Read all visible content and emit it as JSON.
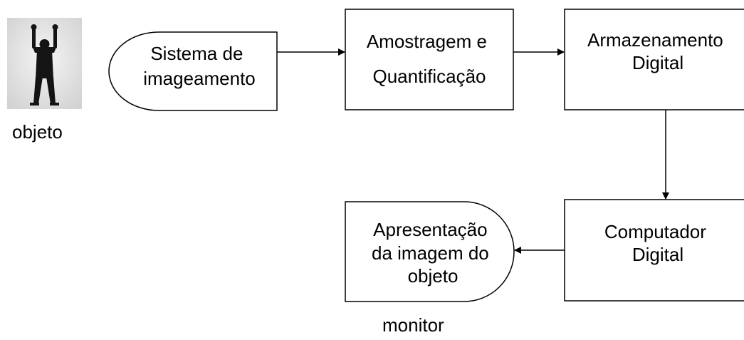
{
  "nodes": {
    "sistema": [
      "Sistema de",
      "imageamento"
    ],
    "amostragem": [
      "Amostragem e",
      "Quantificação"
    ],
    "armazenamento": [
      "Armazenamento",
      "Digital"
    ],
    "computador": [
      "Computador",
      "Digital"
    ],
    "apresentacao": [
      "Apresentação",
      "da imagem do",
      "objeto"
    ]
  },
  "labels": {
    "objeto": "objeto",
    "monitor": "monitor"
  },
  "colors": {
    "stroke": "#000000",
    "background": "#ffffff",
    "photo_bg": "#e6e6e6",
    "figure": "#141414"
  },
  "icons": {
    "object_photo": "person-silhouette-arms-raised"
  }
}
